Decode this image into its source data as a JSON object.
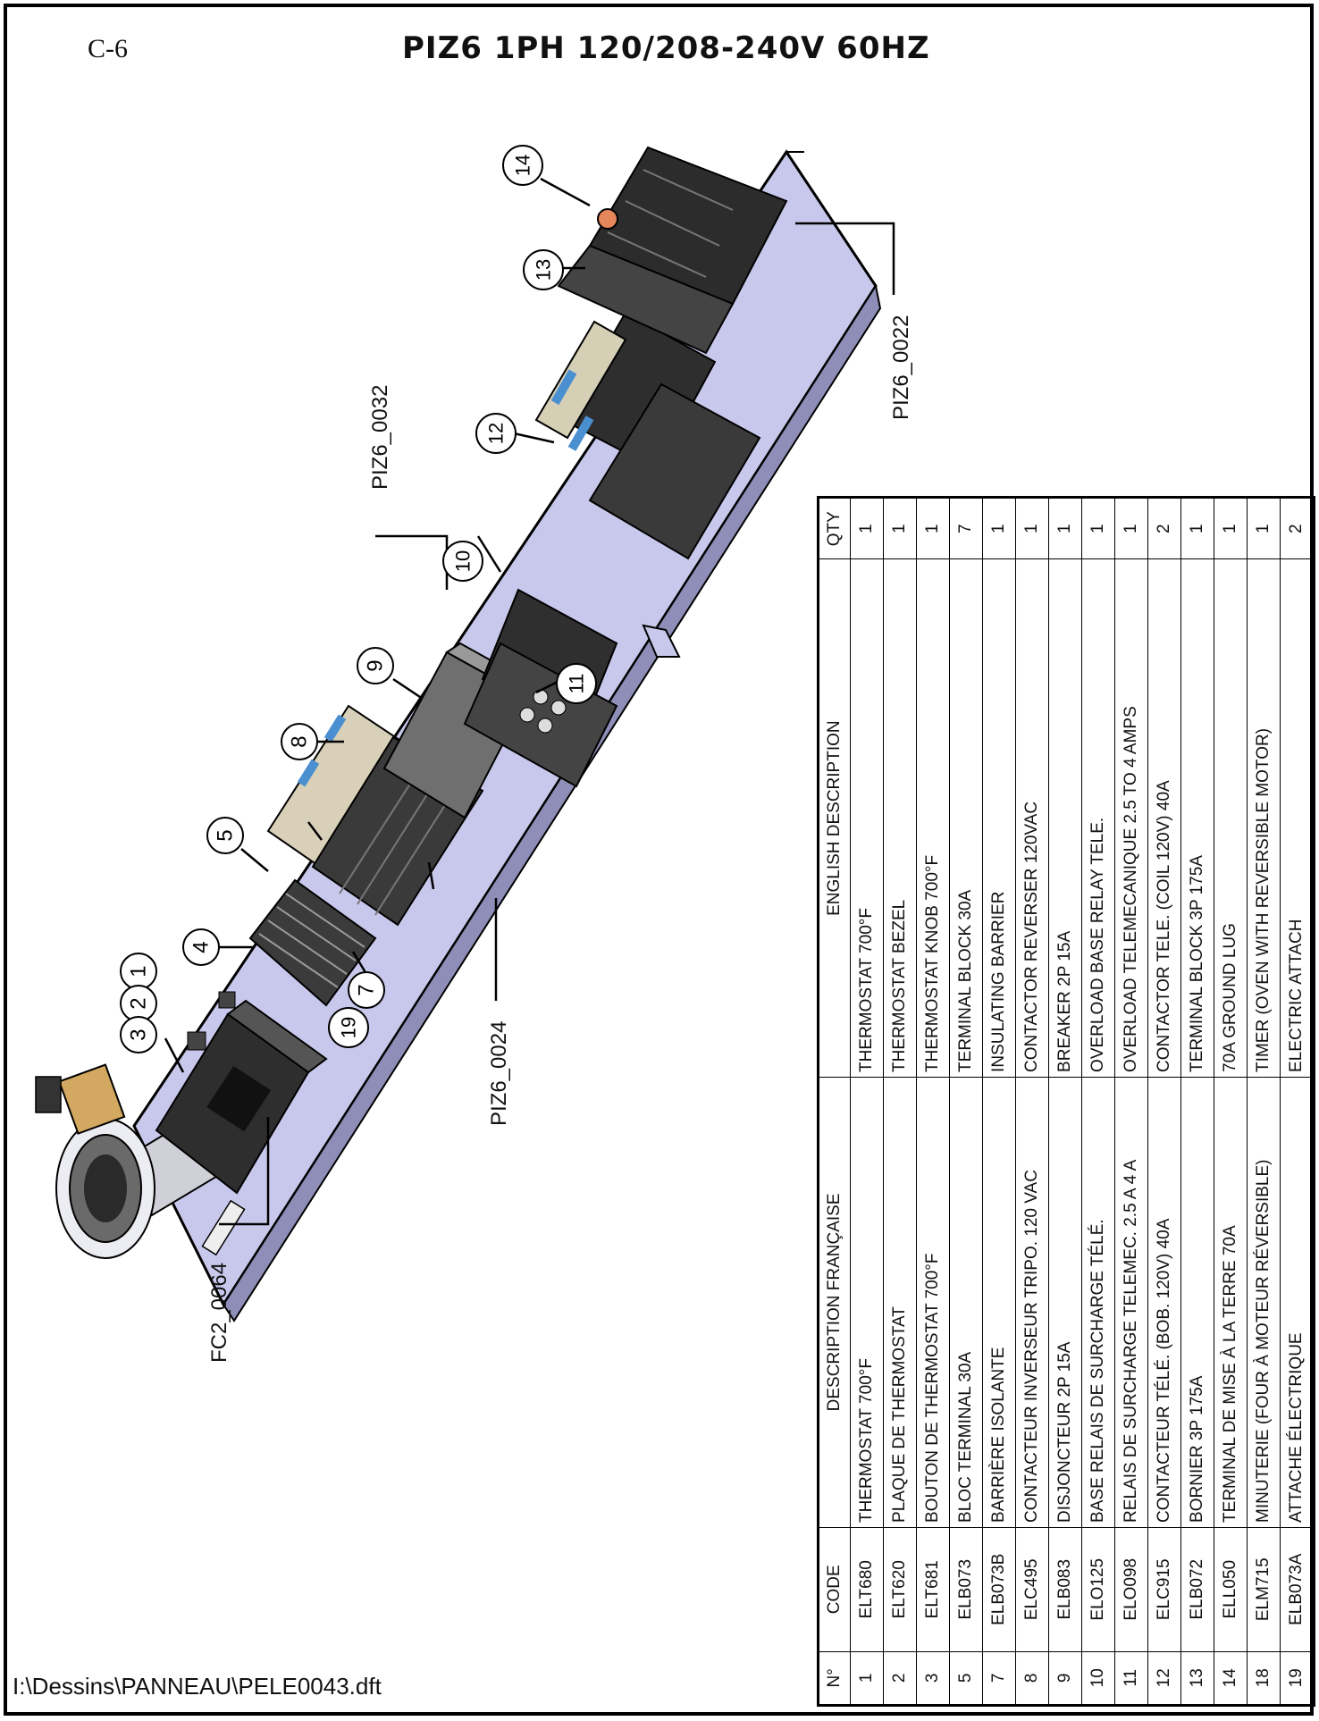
{
  "page_label": "C-6",
  "title": "PIZ6 1PH 120/208-240V 60HZ",
  "file_path": "I:\\Dessins\\PANNEAU\\PELE0043.dft",
  "callouts": [
    "1",
    "2",
    "3",
    "4",
    "5",
    "7",
    "8",
    "9",
    "10",
    "11",
    "12",
    "13",
    "14",
    "19"
  ],
  "refs": {
    "fc2": "FC2_0064",
    "piz6_0024": "PIZ6_0024",
    "piz6_0032": "PIZ6_0032",
    "piz6_0022": "PIZ6_0022"
  },
  "table": {
    "headers": {
      "no": "N°",
      "code": "CODE",
      "fr": "DESCRIPTION FRANÇAISE",
      "en": "ENGLISH DESCRIPTION",
      "qty": "QTY"
    },
    "rows": [
      {
        "no": "1",
        "code": "ELT680",
        "fr": "THERMOSTAT 700°F",
        "en": "THERMOSTAT 700°F",
        "qty": "1"
      },
      {
        "no": "2",
        "code": "ELT620",
        "fr": "PLAQUE DE THERMOSTAT",
        "en": "THERMOSTAT BEZEL",
        "qty": "1"
      },
      {
        "no": "3",
        "code": "ELT681",
        "fr": "BOUTON DE THERMOSTAT 700°F",
        "en": "THERMOSTAT KNOB 700°F",
        "qty": "1"
      },
      {
        "no": "5",
        "code": "ELB073",
        "fr": "BLOC TERMINAL 30A",
        "en": "TERMINAL BLOCK 30A",
        "qty": "7"
      },
      {
        "no": "7",
        "code": "ELB073B",
        "fr": "BARRIÈRE ISOLANTE",
        "en": "INSULATING BARRIER",
        "qty": "1"
      },
      {
        "no": "8",
        "code": "ELC495",
        "fr": "CONTACTEUR INVERSEUR TRIPO. 120 VAC",
        "en": "CONTACTOR REVERSER 120VAC",
        "qty": "1"
      },
      {
        "no": "9",
        "code": "ELB083",
        "fr": "DISJONCTEUR 2P 15A",
        "en": "BREAKER 2P 15A",
        "qty": "1"
      },
      {
        "no": "10",
        "code": "ELO125",
        "fr": "BASE RELAIS DE SURCHARGE TÉLÉ.",
        "en": "OVERLOAD BASE RELAY TELE.",
        "qty": "1"
      },
      {
        "no": "11",
        "code": "ELO098",
        "fr": "RELAIS DE SURCHARGE TELEMEC. 2.5 A 4 A",
        "en": "OVERLOAD  TELEMECANIQUE  2.5 TO 4 AMPS",
        "qty": "1"
      },
      {
        "no": "12",
        "code": "ELC915",
        "fr": "CONTACTEUR TÉLÉ. (BOB. 120V) 40A",
        "en": "CONTACTOR TELE.  (COIL 120V) 40A",
        "qty": "2"
      },
      {
        "no": "13",
        "code": "ELB072",
        "fr": "BORNIER 3P 175A",
        "en": "TERMINAL BLOCK 3P 175A",
        "qty": "1"
      },
      {
        "no": "14",
        "code": "ELL050",
        "fr": "TERMINAL DE MISE À LA TERRE 70A",
        "en": "70A GROUND LUG",
        "qty": "1"
      },
      {
        "no": "18",
        "code": "ELM715",
        "fr": "MINUTERIE (FOUR À MOTEUR RÉVERSIBLE)",
        "en": "TIMER (OVEN WITH REVERSIBLE MOTOR)",
        "qty": "1"
      },
      {
        "no": "19",
        "code": "ELB073A",
        "fr": "ATTACHE ÉLECTRIQUE",
        "en": "ELECTRIC ATTACH",
        "qty": "2"
      }
    ]
  }
}
